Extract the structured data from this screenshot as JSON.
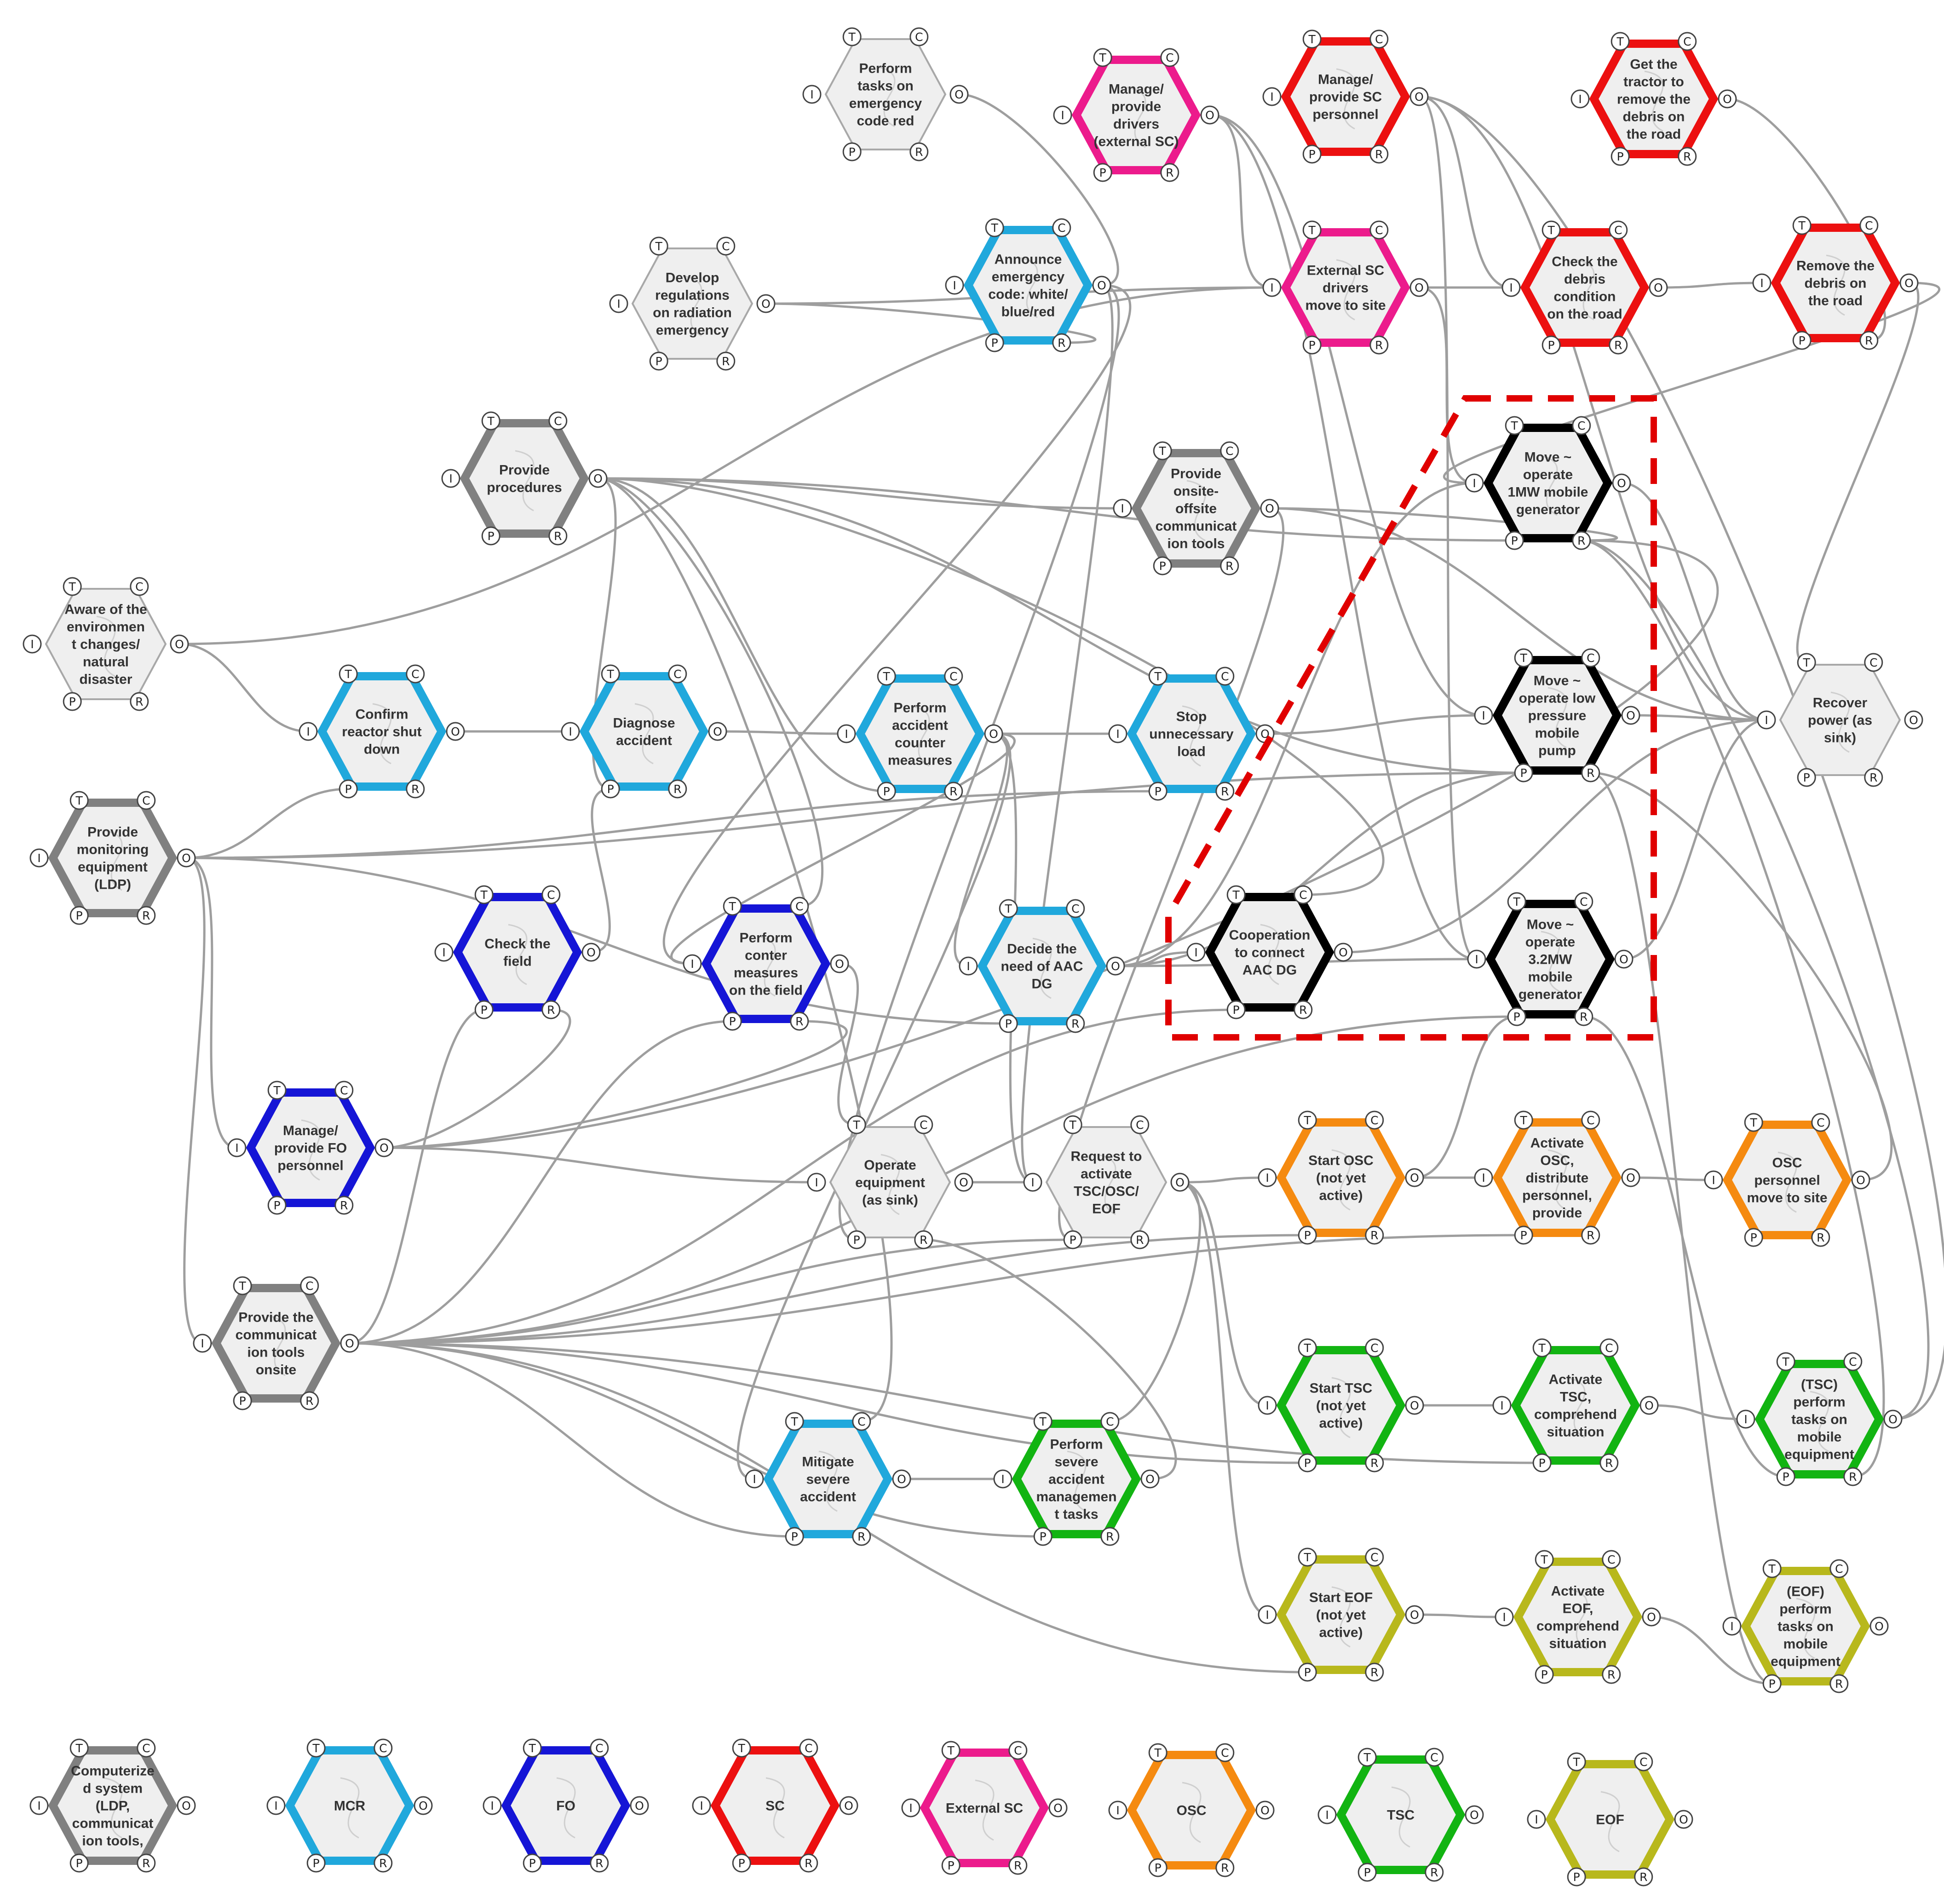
{
  "aspects": {
    "T": "T",
    "C": "C",
    "I": "I",
    "O": "O",
    "P": "P",
    "R": "R"
  },
  "colors": {
    "computerized": "#808080",
    "MCR": "#20a8dc",
    "FO": "#1515d6",
    "SC": "#ec1010",
    "External SC": "#ec1b8c",
    "OSC": "#f58a10",
    "TSC": "#12b412",
    "EOF": "#b8b81c",
    "operator": "#000000",
    "background_function": "#a8a8a8",
    "hex_fill": "#efefef",
    "connection": "#9e9e9e",
    "selection": "#e00000"
  },
  "functions": [
    {
      "id": "perform_tasks_red",
      "label": "Perform\ntasks on\nemergency\ncode red",
      "group": "background_function"
    },
    {
      "id": "manage_drivers_ext",
      "label": "Manage/\nprovide\ndrivers\n(external SC)",
      "group": "External SC"
    },
    {
      "id": "manage_sc_personnel",
      "label": "Manage/\nprovide SC\npersonnel",
      "group": "SC"
    },
    {
      "id": "get_tractor",
      "label": "Get the\ntractor to\nremove the\ndebris on\nthe road",
      "group": "SC"
    },
    {
      "id": "develop_regulations",
      "label": "Develop\nregulations\non radiation\nemergency",
      "group": "background_function"
    },
    {
      "id": "announce_code",
      "label": "Announce\nemergency\ncode: white/\nblue/red",
      "group": "MCR"
    },
    {
      "id": "ext_drivers_move",
      "label": "External SC\ndrivers\nmove to site",
      "group": "External SC"
    },
    {
      "id": "check_debris",
      "label": "Check the\ndebris\ncondition\non the road",
      "group": "SC"
    },
    {
      "id": "remove_debris",
      "label": "Remove the\ndebris on\nthe road",
      "group": "SC"
    },
    {
      "id": "provide_procedures",
      "label": "Provide\nprocedures",
      "group": "computerized"
    },
    {
      "id": "onsite_offsite_comm",
      "label": "Provide\nonsite-\noffsite\ncommunicat\nion tools",
      "group": "computerized"
    },
    {
      "id": "move_1mw",
      "label": "Move ~\noperate\n1MW mobile\ngenerator",
      "group": "operator"
    },
    {
      "id": "aware_env",
      "label": "Aware of the\nenvironmen\nt changes/\nnatural\ndisaster",
      "group": "background_function"
    },
    {
      "id": "confirm_shutdown",
      "label": "Confirm\nreactor shut\ndown",
      "group": "MCR"
    },
    {
      "id": "diagnose",
      "label": "Diagnose\naccident",
      "group": "MCR"
    },
    {
      "id": "counter_measures",
      "label": "Perform\naccident\ncounter\nmeasures",
      "group": "MCR"
    },
    {
      "id": "stop_load",
      "label": "Stop\nunnecessary\nload",
      "group": "MCR"
    },
    {
      "id": "move_pump",
      "label": "Move ~\noperate low\npressure\nmobile\npump",
      "group": "operator"
    },
    {
      "id": "recover_power",
      "label": "Recover\npower (as\nsink)",
      "group": "background_function"
    },
    {
      "id": "monitoring_eq",
      "label": "Provide\nmonitoring\nequipment\n(LDP)",
      "group": "computerized"
    },
    {
      "id": "check_field",
      "label": "Check the\nfield",
      "group": "FO"
    },
    {
      "id": "conter_field",
      "label": "Perform\nconter\nmeasures\non the field",
      "group": "FO"
    },
    {
      "id": "decide_aac",
      "label": "Decide the\nneed of AAC\nDG",
      "group": "MCR"
    },
    {
      "id": "cooperation_aac",
      "label": "Cooperation\nto connect\nAAC DG",
      "group": "operator"
    },
    {
      "id": "move_32mw",
      "label": "Move ~\noperate\n3.2MW\nmobile\ngenerator",
      "group": "operator"
    },
    {
      "id": "manage_fo",
      "label": "Manage/\nprovide FO\npersonnel",
      "group": "FO"
    },
    {
      "id": "operate_eq",
      "label": "Operate\nequipment\n(as sink)",
      "group": "background_function"
    },
    {
      "id": "request_tsc",
      "label": "Request to\nactivate\nTSC/OSC/\nEOF",
      "group": "background_function"
    },
    {
      "id": "start_osc",
      "label": "Start OSC\n(not yet\nactive)",
      "group": "OSC"
    },
    {
      "id": "activate_osc",
      "label": "Activate\nOSC,\ndistribute\npersonnel,\nprovide",
      "group": "OSC"
    },
    {
      "id": "osc_move",
      "label": "OSC\npersonnel\nmove to site",
      "group": "OSC"
    },
    {
      "id": "comm_onsite",
      "label": "Provide the\ncommunicat\nion tools\nonsite",
      "group": "computerized"
    },
    {
      "id": "start_tsc",
      "label": "Start TSC\n(not yet\nactive)",
      "group": "TSC"
    },
    {
      "id": "activate_tsc",
      "label": "Activate\nTSC,\ncomprehend\nsituation",
      "group": "TSC"
    },
    {
      "id": "tsc_tasks",
      "label": "(TSC)\nperform\ntasks on\nmobile\nequipment",
      "group": "TSC"
    },
    {
      "id": "mitigate",
      "label": "Mitigate\nsevere\naccident",
      "group": "MCR"
    },
    {
      "id": "severe_tasks",
      "label": "Perform\nsevere\naccident\nmanagemen\nt tasks",
      "group": "TSC"
    },
    {
      "id": "start_eof",
      "label": "Start EOF\n(not yet\nactive)",
      "group": "EOF"
    },
    {
      "id": "activate_eof",
      "label": "Activate\nEOF,\ncomprehend\nsituation",
      "group": "EOF"
    },
    {
      "id": "eof_tasks",
      "label": "(EOF)\nperform\ntasks on\nmobile\nequipment",
      "group": "EOF"
    }
  ],
  "legend": [
    {
      "label": "Computerize\nd system\n(LDP,\ncommunicat\nion tools,",
      "group": "computerized"
    },
    {
      "label": "MCR",
      "group": "MCR"
    },
    {
      "label": "FO",
      "group": "FO"
    },
    {
      "label": "SC",
      "group": "SC"
    },
    {
      "label": "External SC",
      "group": "External SC"
    },
    {
      "label": "OSC",
      "group": "OSC"
    },
    {
      "label": "TSC",
      "group": "TSC"
    },
    {
      "label": "EOF",
      "group": "EOF"
    }
  ]
}
